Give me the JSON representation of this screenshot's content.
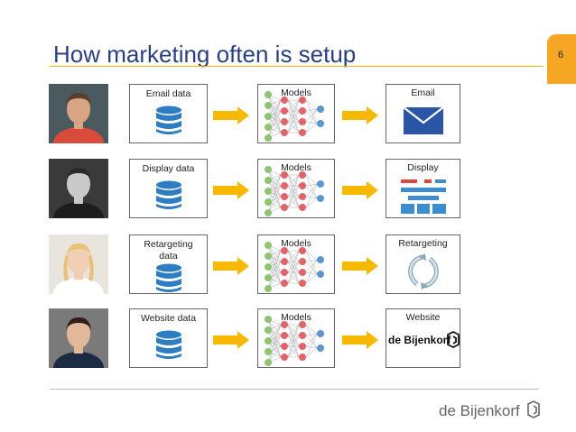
{
  "slide": {
    "title": "How marketing often is setup",
    "page_number": "6"
  },
  "rows": [
    {
      "data_label": "Email data",
      "model_label": "Models",
      "channel_label": "Email",
      "channel_icon": "envelope-icon",
      "photo": "person-photo-1"
    },
    {
      "data_label": "Display data",
      "model_label": "Models",
      "channel_label": "Display",
      "channel_icon": "display-layout-icon",
      "photo": "person-photo-2"
    },
    {
      "data_label": "Retargeting data",
      "model_label": "Models",
      "channel_label": "Retargeting",
      "channel_icon": "cycle-arrows-icon",
      "photo": "person-photo-3"
    },
    {
      "data_label": "Website data",
      "model_label": "Models",
      "channel_label": "Website",
      "channel_icon": "debijenkorf-logo",
      "photo": "person-photo-4"
    }
  ],
  "brand": {
    "logo_text": "de Bijenkorf",
    "channel_logo_text": "de Bijenkorf"
  },
  "colors": {
    "title": "#2a3f82",
    "accent": "#f7a623",
    "arrow": "#f7b900",
    "database": "#2e7dc2",
    "email_icon": "#2b56a8",
    "display_red": "#e0473c",
    "display_blue": "#3c8dce",
    "node_green": "#8fc474",
    "node_red": "#e0646a",
    "node_blue": "#5b97cf"
  }
}
